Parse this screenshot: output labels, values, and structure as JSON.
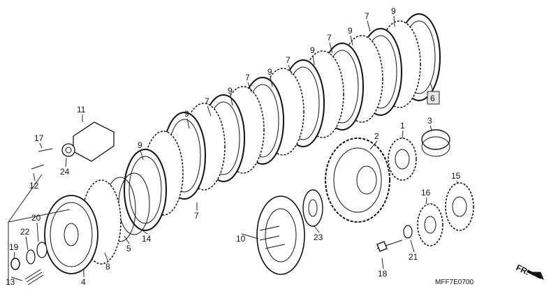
{
  "diagram": {
    "code": "MFF7E0700",
    "direction_label": "FR.",
    "callouts": [
      {
        "id": "c-9-top",
        "text": "9"
      },
      {
        "id": "c-7-top1",
        "text": "7"
      },
      {
        "id": "c-9-top2",
        "text": "9"
      },
      {
        "id": "c-7-top2",
        "text": "7"
      },
      {
        "id": "c-9-top3",
        "text": "9"
      },
      {
        "id": "c-7-top3",
        "text": "7"
      },
      {
        "id": "c-9-top4",
        "text": "9"
      },
      {
        "id": "c-7-top4",
        "text": "7"
      },
      {
        "id": "c-9-top5",
        "text": "9"
      },
      {
        "id": "c-7-top5",
        "text": "7"
      },
      {
        "id": "c-9-mid1",
        "text": "9"
      },
      {
        "id": "c-7-mid1",
        "text": "7"
      },
      {
        "id": "c-9-mid2",
        "text": "9"
      },
      {
        "id": "c-7-mid2",
        "text": "7"
      },
      {
        "id": "c-9-low",
        "text": "9"
      },
      {
        "id": "c-7-low",
        "text": "7"
      },
      {
        "id": "c-6",
        "text": "6"
      },
      {
        "id": "c-11",
        "text": "11"
      },
      {
        "id": "c-17",
        "text": "17"
      },
      {
        "id": "c-24",
        "text": "24"
      },
      {
        "id": "c-12",
        "text": "12"
      },
      {
        "id": "c-20",
        "text": "20"
      },
      {
        "id": "c-22",
        "text": "22"
      },
      {
        "id": "c-19",
        "text": "19"
      },
      {
        "id": "c-13",
        "text": "13"
      },
      {
        "id": "c-4",
        "text": "4"
      },
      {
        "id": "c-8",
        "text": "8"
      },
      {
        "id": "c-5",
        "text": "5"
      },
      {
        "id": "c-14",
        "text": "14"
      },
      {
        "id": "c-2",
        "text": "2"
      },
      {
        "id": "c-1",
        "text": "1"
      },
      {
        "id": "c-3",
        "text": "3"
      },
      {
        "id": "c-15",
        "text": "15"
      },
      {
        "id": "c-16",
        "text": "16"
      },
      {
        "id": "c-10",
        "text": "10"
      },
      {
        "id": "c-23",
        "text": "23"
      },
      {
        "id": "c-18",
        "text": "18"
      },
      {
        "id": "c-21",
        "text": "21"
      }
    ]
  }
}
